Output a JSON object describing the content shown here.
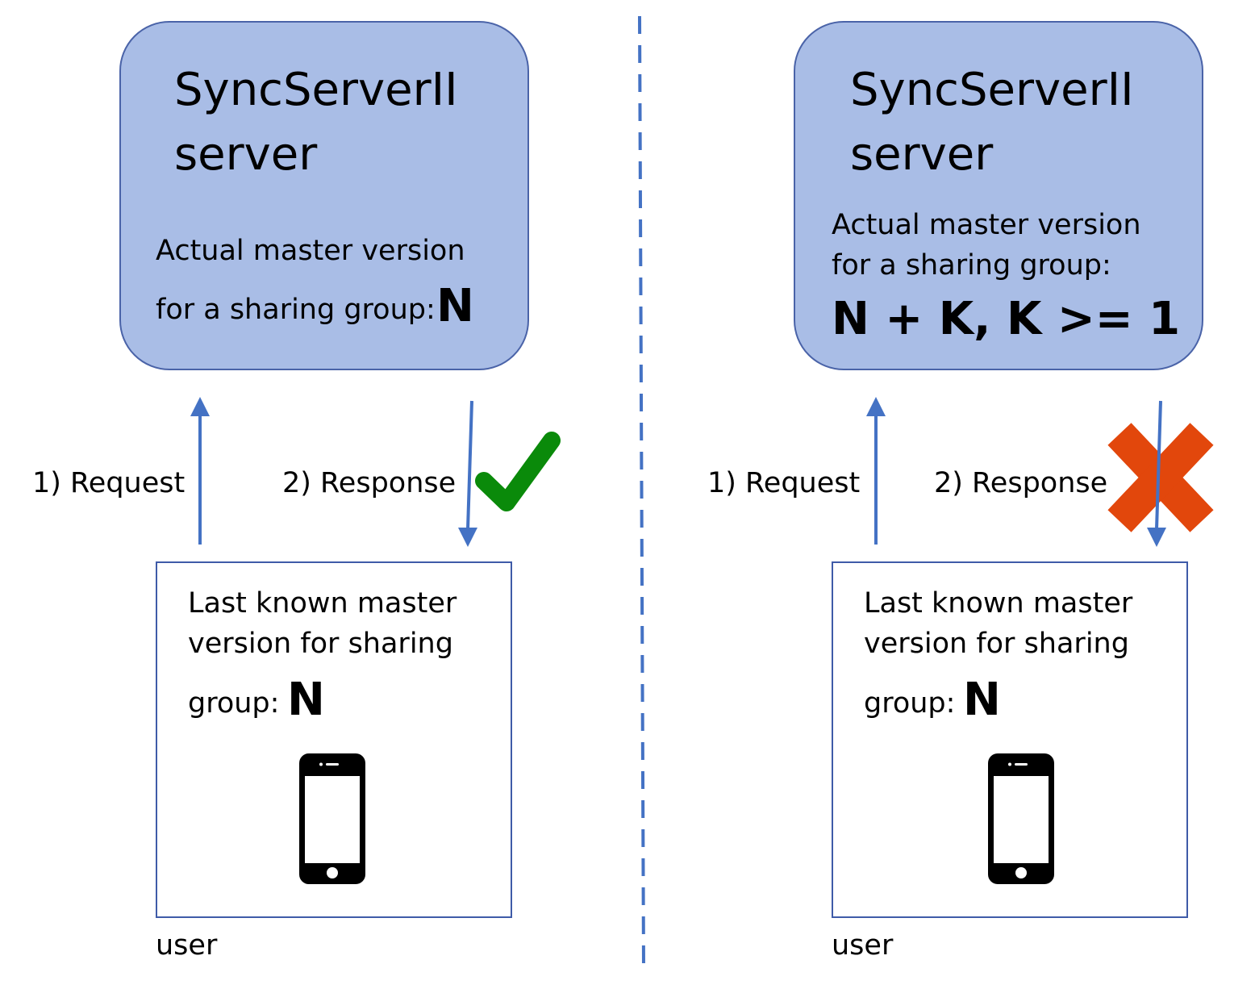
{
  "colors": {
    "server_fill": "#a9bde6",
    "server_border": "#4a63a8",
    "arrow": "#4472c4",
    "divider": "#4472c4",
    "check": "#0a8a0a",
    "cross": "#e2470c",
    "phone": "#000000"
  },
  "left": {
    "server": {
      "title_line1": "SyncServerII",
      "title_line2": "server",
      "version_line1": "Actual master version",
      "version_line2": "for a sharing group:",
      "version_value": "N"
    },
    "request_label": "1) Request",
    "response_label": "2) Response",
    "status_icon": "checkmark-icon",
    "client": {
      "line1": "Last known master",
      "line2": "version for sharing",
      "line3": "group:",
      "value": "N",
      "device_icon": "smartphone-icon"
    },
    "user_label": "user"
  },
  "right": {
    "server": {
      "title_line1": "SyncServerII",
      "title_line2": "server",
      "version_line1": "Actual master version",
      "version_line2": "for a sharing group:",
      "version_value": "N + K, K >= 1"
    },
    "request_label": "1) Request",
    "response_label": "2) Response",
    "status_icon": "cross-icon",
    "client": {
      "line1": "Last known master",
      "line2": "version for sharing",
      "line3": "group:",
      "value": "N",
      "device_icon": "smartphone-icon"
    },
    "user_label": "user"
  }
}
